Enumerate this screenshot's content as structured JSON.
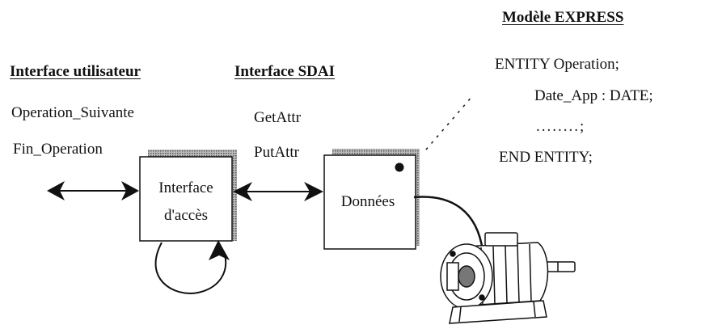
{
  "headings": {
    "user_interface": "Interface utilisateur",
    "sdai_interface": "Interface SDAI",
    "express_model": "Modèle EXPRESS"
  },
  "user_commands": [
    "Operation_Suivante",
    "Fin_Operation"
  ],
  "sdai_operations": [
    "GetAttr",
    "PutAttr"
  ],
  "express_code": {
    "line1": "ENTITY Operation;",
    "line2": "Date_App : DATE;",
    "line3": "........;",
    "line4": "END ENTITY;"
  },
  "boxes": {
    "access_interface": [
      "Interface",
      "d'accès"
    ],
    "data": "Données"
  },
  "icons": {
    "motor": "electric-motor-icon"
  }
}
